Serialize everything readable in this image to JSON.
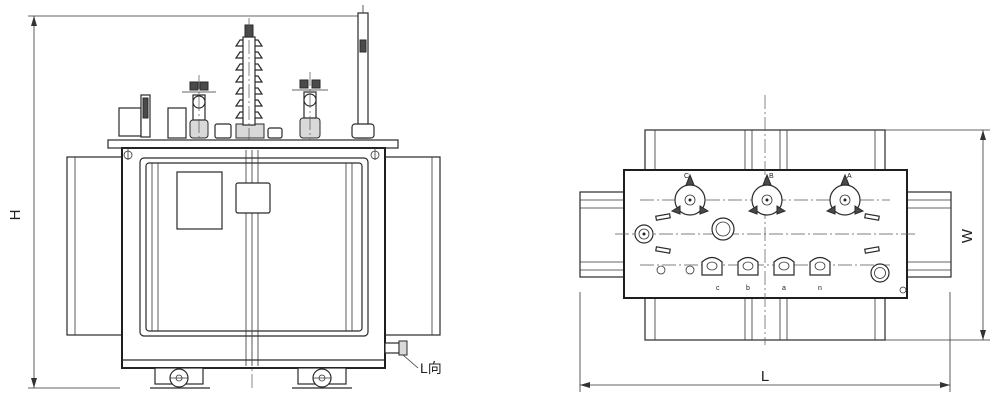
{
  "front_view": {
    "height_label": "H",
    "direction_label": "L向"
  },
  "top_view": {
    "length_label": "L",
    "width_label": "W",
    "hv_phase_labels": [
      "C",
      "B",
      "A"
    ],
    "lv_phase_labels": [
      "c",
      "b",
      "a",
      "n"
    ]
  }
}
